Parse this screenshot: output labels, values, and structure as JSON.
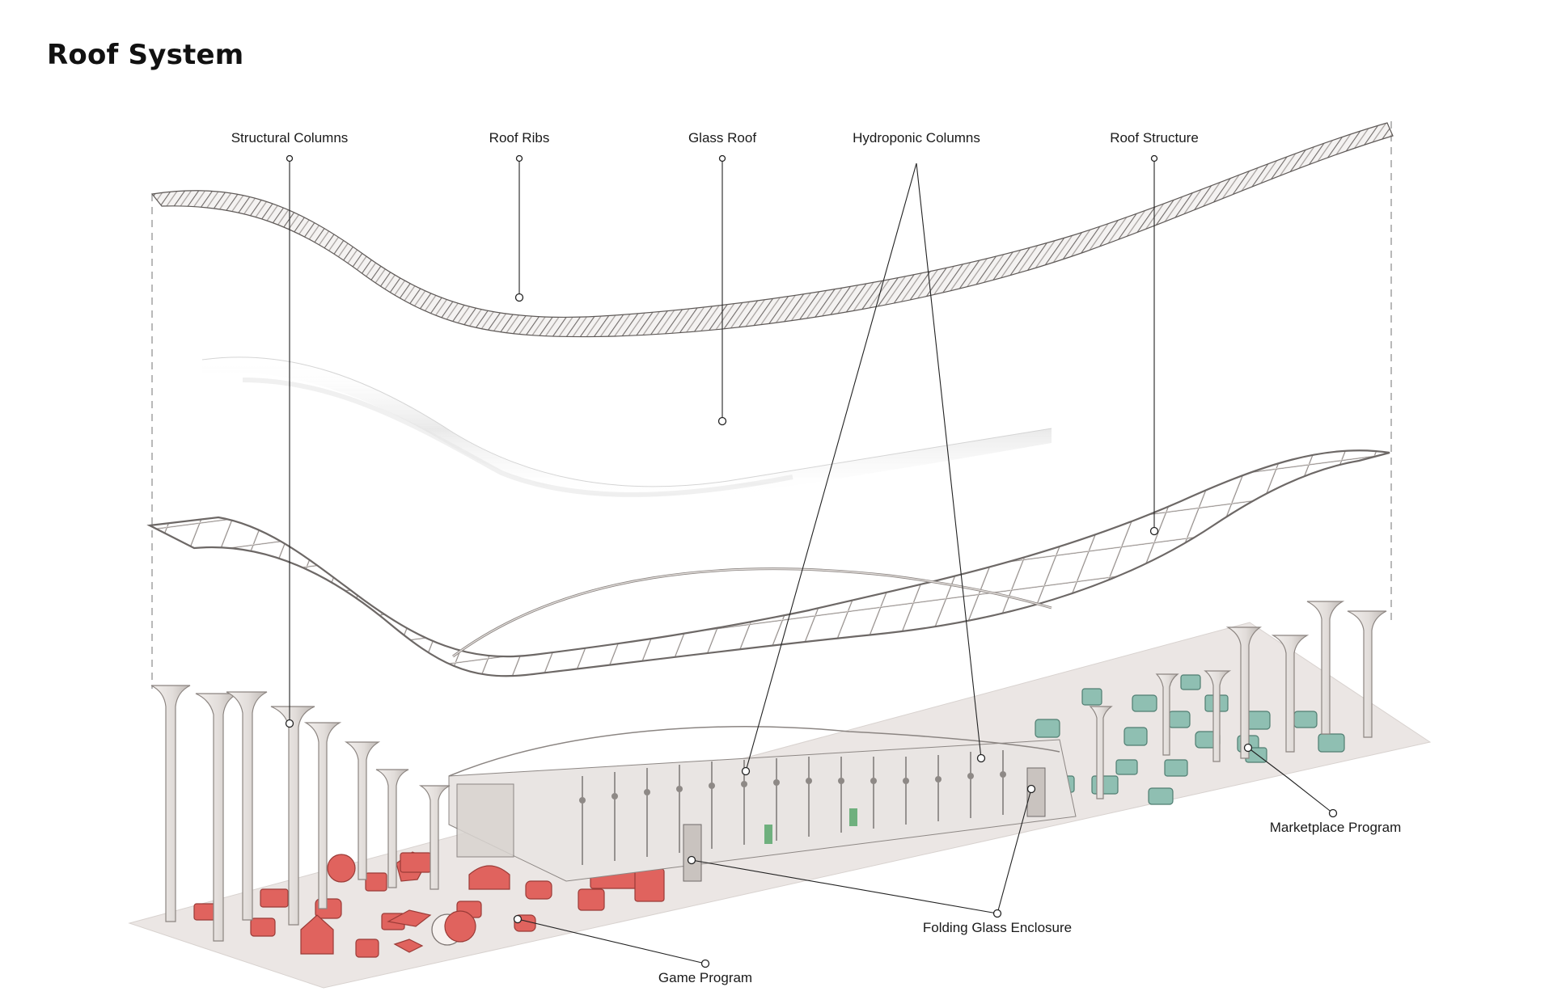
{
  "title": "Roof System",
  "colors": {
    "game_program": "#e0635e",
    "marketplace_program": "#8fbfb2",
    "structure": "#d9d4d0",
    "ground": "#ebe6e4"
  },
  "labels": {
    "structural_columns": "Structural Columns",
    "roof_ribs": "Roof Ribs",
    "glass_roof": "Glass Roof",
    "hydroponic_columns": "Hydroponic Columns",
    "roof_structure": "Roof Structure",
    "marketplace_program": "Marketplace Program",
    "folding_glass_enclosure": "Folding Glass Enclosure",
    "game_program": "Game Program"
  }
}
